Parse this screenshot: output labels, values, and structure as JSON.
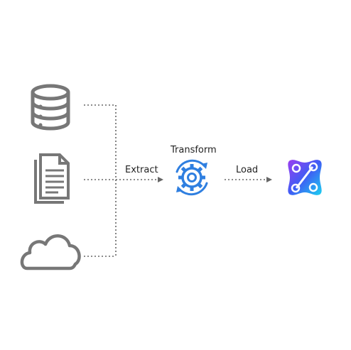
{
  "diagram": {
    "labels": {
      "extract": "Extract",
      "transform": "Transform",
      "load": "Load"
    },
    "sources": [
      {
        "icon": "database-icon"
      },
      {
        "icon": "document-icon"
      },
      {
        "icon": "cloud-icon"
      }
    ],
    "transform_icon": "gear-sync-icon",
    "destination_icon": "app-logo-icon",
    "colors": {
      "source_icon": "#777777",
      "connector": "#666666",
      "transform_icon": "#2f7fe0",
      "destination_gradient_start": "#9b3df0",
      "destination_gradient_mid": "#3f5df4",
      "destination_gradient_end": "#1bd0f0",
      "label_text": "#222222"
    }
  }
}
